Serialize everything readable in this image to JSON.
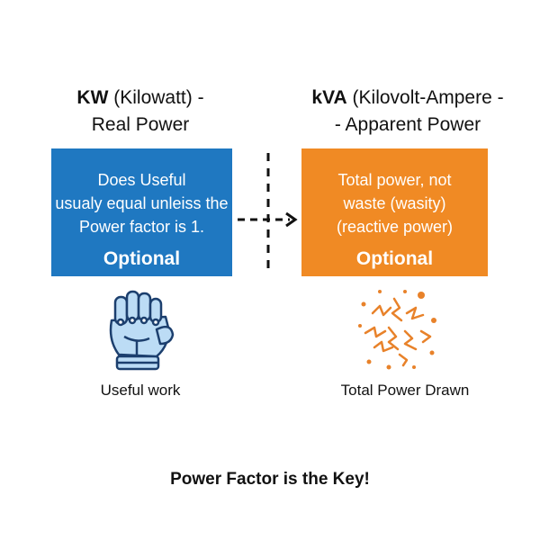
{
  "left_heading": {
    "line1_bold": "KW",
    "line1_rest": " (Kilowatt) -",
    "line2": "Real Power"
  },
  "right_heading": {
    "line1_bold": "kVA",
    "line1_rest": " (Kilovolt-Ampere -",
    "line2": "- Apparent Power"
  },
  "kw_box": {
    "lines": [
      "Does Useful",
      "usualy equal unleiss the",
      "Power factor is 1."
    ],
    "optional": "Optional",
    "color": "#1f78c1"
  },
  "kva_box": {
    "lines": [
      "Total power, not",
      "waste  (wasity)",
      "(reactive power)"
    ],
    "optional": "Optional",
    "color": "#f08a24"
  },
  "left_icon": "robot-fist-icon",
  "right_icon": "energy-burst-icon",
  "left_caption": "Useful work",
  "right_caption": "Total Power Drawn",
  "footer": "Power Factor is the Key!"
}
